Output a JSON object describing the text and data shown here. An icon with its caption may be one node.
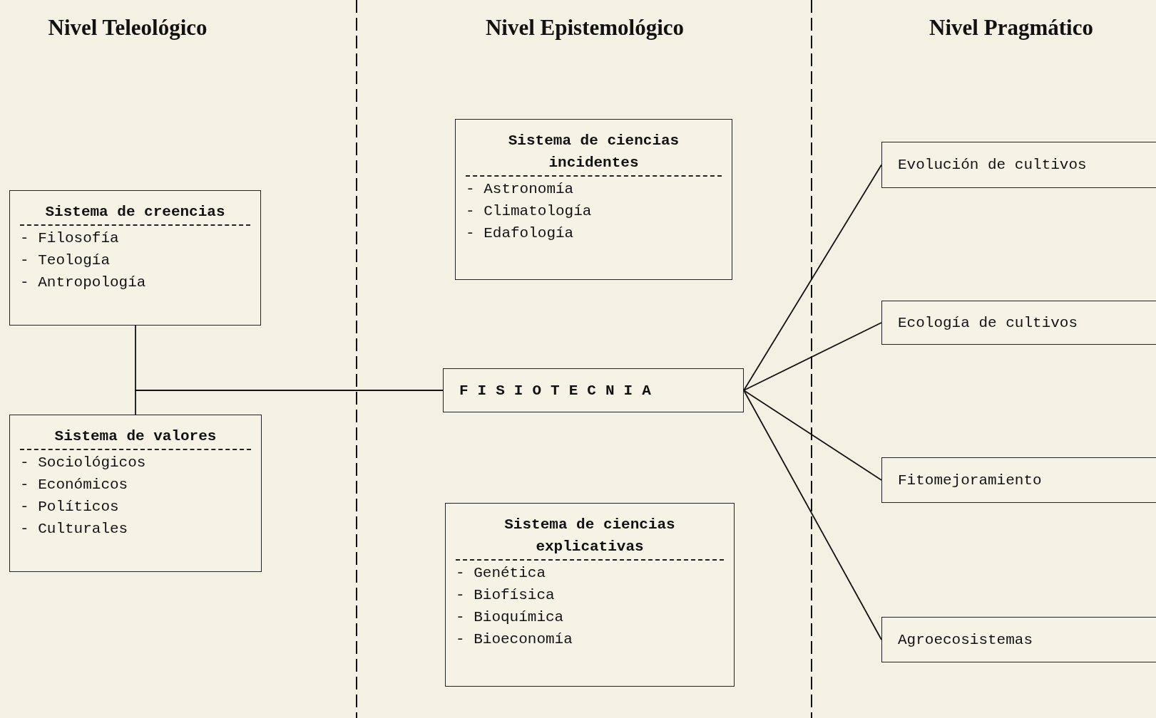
{
  "diagram": {
    "nodes": [
      {
        "text": [
          "Sistema de creencias",
          "- Filosofía",
          "- Teología",
          "- Antropología"
        ]
      },
      {
        "text": [
          "Sistema de valores",
          "- Sociológicos",
          "- Económicos",
          "- Políticos",
          "- Culturales"
        ]
      },
      {
        "text": [
          "Sistema de ciencias incidentes",
          "- Astronomía",
          "- Climatología",
          "- Edafología"
        ]
      },
      {
        "text": [
          "FISIOTECNIA"
        ]
      },
      {
        "text": [
          "Sistema de ciencias explicativas",
          "- Genética",
          "- Biofísica",
          "- Bioquímica",
          "- Bioeconomía"
        ]
      },
      {
        "text": [
          "Evolución de cultivos"
        ]
      },
      {
        "text": [
          "Ecología de cultivos"
        ]
      },
      {
        "text": [
          "Fitomejoramiento"
        ]
      },
      {
        "text": [
          "Agroecosistemas"
        ]
      }
    ],
    "edges": [
      {
        "from": 0,
        "to": 3,
        "arrow": "none"
      },
      {
        "from": 1,
        "to": 3,
        "arrow": "none"
      },
      {
        "from": 3,
        "to": 5,
        "arrow": "none"
      },
      {
        "from": 3,
        "to": 6,
        "arrow": "none"
      },
      {
        "from": 3,
        "to": 7,
        "arrow": "none"
      },
      {
        "from": 3,
        "to": 8,
        "arrow": "none"
      }
    ],
    "labels": [
      "Nivel Teleológico",
      "Nivel Epistemológico",
      "Nivel Pragmático"
    ]
  }
}
